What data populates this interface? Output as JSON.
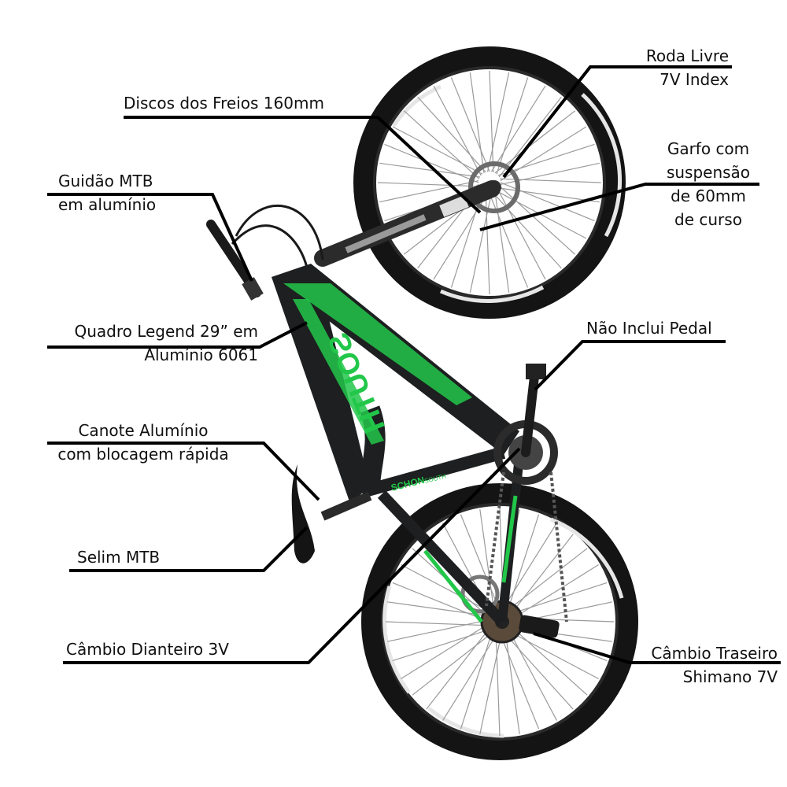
{
  "brand": {
    "frame_logo": "SOUTH",
    "downtube_logo": "SCHON",
    "downtube_sub": "SOUTH",
    "frame_green": "#22c74a",
    "frame_black": "#1d1f20",
    "tire_stripe": "#e6e6e6"
  },
  "callouts": {
    "roda_livre": {
      "line1": "Roda Livre",
      "line2": "7V Index"
    },
    "discos": {
      "line1": "Discos dos Freios 160mm"
    },
    "garfo": {
      "line1": "Garfo com",
      "line2": "suspensão",
      "line3": "de 60mm",
      "line4": "de curso"
    },
    "guidao": {
      "line1": "Guidão MTB",
      "line2": "em alumínio"
    },
    "quadro": {
      "line1": "Quadro Legend 29” em",
      "line2": "Alumínio 6061"
    },
    "nao_inclui": {
      "line1": "Não Inclui Pedal"
    },
    "canote": {
      "line1": "Canote Alumínio",
      "line2": "com blocagem rápida"
    },
    "selim": {
      "line1": "Selim MTB"
    },
    "cambio_dianteiro": {
      "line1": "Câmbio Dianteiro 3V"
    },
    "cambio_traseiro": {
      "line1": "Câmbio Traseiro",
      "line2": "Shimano 7V"
    }
  }
}
